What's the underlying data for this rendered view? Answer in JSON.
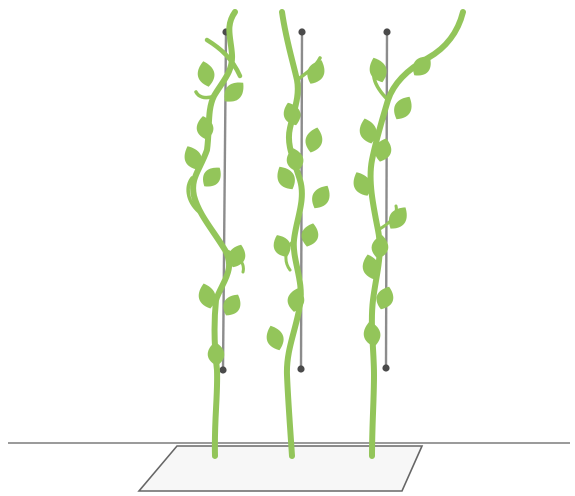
{
  "illustration": {
    "subject": "three-vining-plants-on-wire-supports",
    "plant_count": 3,
    "support_count": 3,
    "colors": {
      "background": "#ffffff",
      "foliage": "#93c55a",
      "support_wire": "#8c8c8c",
      "support_end": "#4a4a4a",
      "ground_line": "#7a7a7a",
      "planting_bed_fill": "#f7f7f7",
      "planting_bed_edge": "#666666"
    }
  }
}
